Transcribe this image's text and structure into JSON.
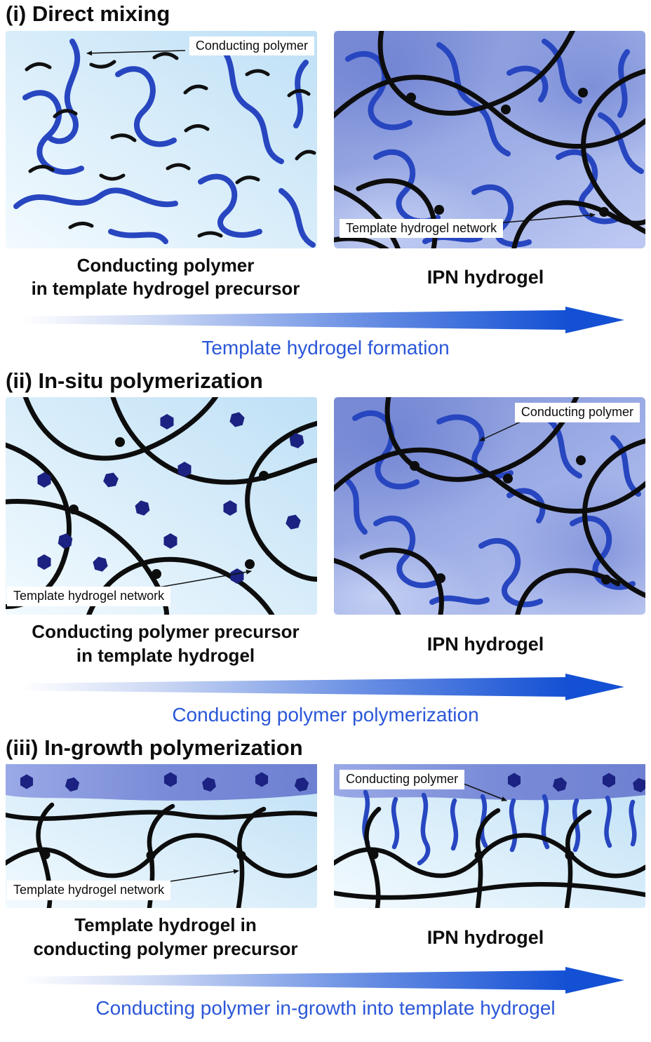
{
  "figure": {
    "sections": [
      {
        "title": "(i) Direct mixing",
        "left": {
          "annotation": "Conducting polymer",
          "caption_line1": "Conducting polymer",
          "caption_line2": "in template hydrogel precursor"
        },
        "right": {
          "annotation": "Template hydrogel network",
          "caption": "IPN hydrogel"
        },
        "arrow_label": "Template hydrogel formation"
      },
      {
        "title": "(ii) In-situ polymerization",
        "left": {
          "annotation": "Template hydrogel network",
          "caption_line1": "Conducting polymer precursor",
          "caption_line2": "in template hydrogel"
        },
        "right": {
          "annotation": "Conducting polymer",
          "caption": "IPN hydrogel"
        },
        "arrow_label": "Conducting polymer polymerization"
      },
      {
        "title": "(iii) In-growth polymerization",
        "left": {
          "annotation": "Template hydrogel network",
          "caption_line1": "Template hydrogel in",
          "caption_line2": "conducting polymer precursor"
        },
        "right": {
          "annotation": "Conducting polymer",
          "caption": "IPN hydrogel"
        },
        "arrow_label": "Conducting polymer in-growth into template hydrogel"
      }
    ],
    "colors": {
      "conducting_polymer_blue": "#2746c0",
      "hydrogel_network_black": "#0d0d0d",
      "monomer_hexagon_navy": "#1b2281",
      "process_arrow_blue": "#1350d4",
      "arrow_label_blue": "#2b57d8"
    }
  }
}
